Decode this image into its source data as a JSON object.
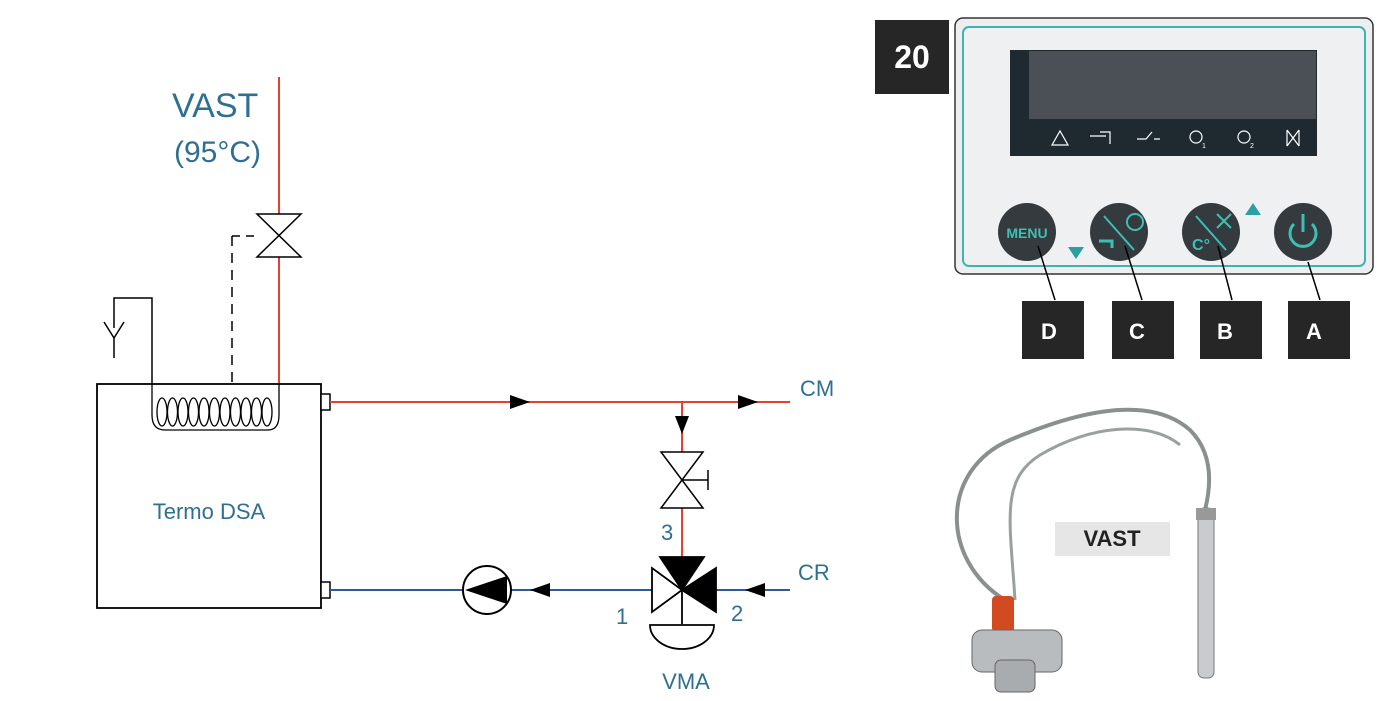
{
  "diagram": {
    "vast_label": "VAST",
    "vast_temp": "(95°C)",
    "tank_label": "Termo DSA",
    "cm_label": "CM",
    "cr_label": "CR",
    "port_1": "1",
    "port_2": "2",
    "port_3": "3",
    "vma_label": "VMA",
    "colors": {
      "hot": "#e8402f",
      "cold": "#2d5a9a",
      "text": "#2f6f92"
    }
  },
  "panel": {
    "figure_number": "20",
    "menu_button": "MENU",
    "temp_symbol": "C°",
    "callouts": [
      "D",
      "C",
      "B",
      "A"
    ],
    "pump_1_sub": "1",
    "pump_2_sub": "2",
    "accent": "#3cc0b4"
  },
  "photo": {
    "vast_tag": "VAST"
  }
}
